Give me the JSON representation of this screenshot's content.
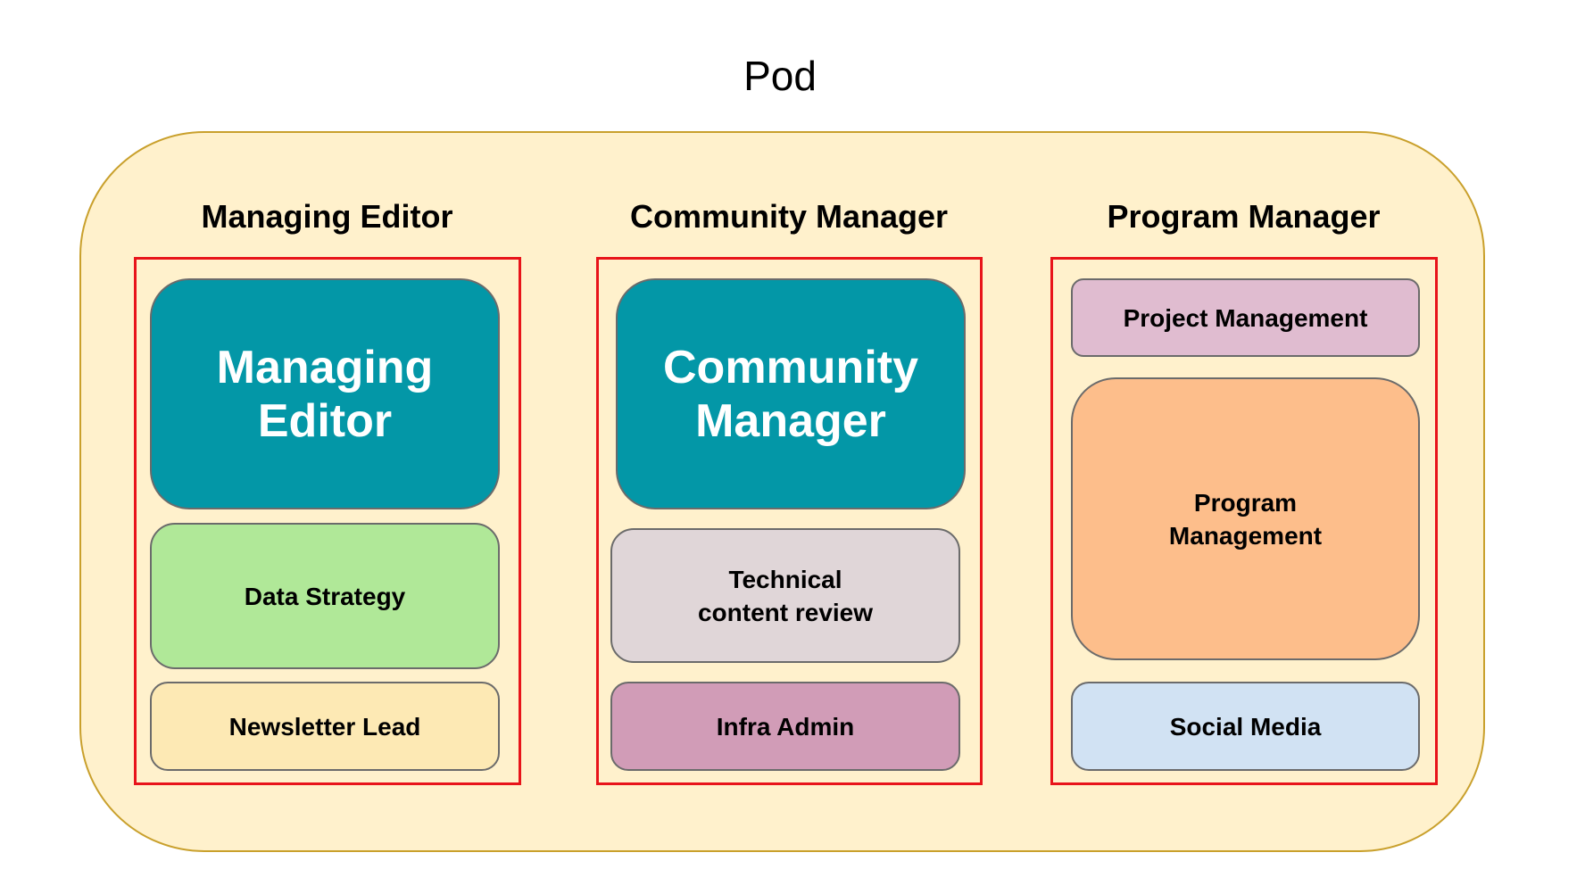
{
  "title": "Pod",
  "columns": [
    {
      "header": "Managing Editor",
      "items": [
        "Managing\nEditor",
        "Data Strategy",
        "Newsletter Lead"
      ]
    },
    {
      "header": "Community Manager",
      "items": [
        "Community\nManager",
        "Technical\ncontent review",
        "Infra Admin"
      ]
    },
    {
      "header": "Program Manager",
      "items": [
        "Project Management",
        "Program\nManagement",
        "Social Media"
      ]
    }
  ],
  "colors": {
    "teal": "#0397a7",
    "frame": "#e8141a",
    "pod_bg": "#fff1cc"
  }
}
